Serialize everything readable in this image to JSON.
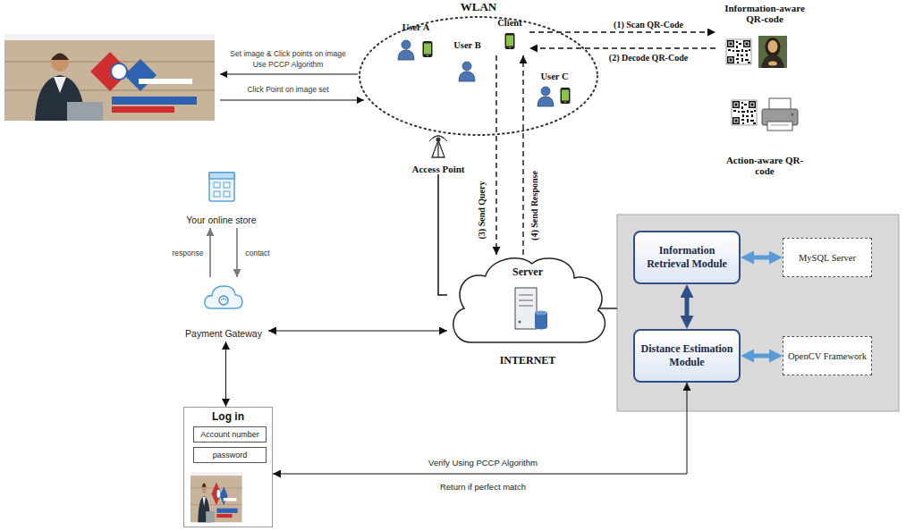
{
  "diagram": {
    "nodes": [
      {
        "text": [
          "WLAN"
        ]
      },
      {
        "text": [
          "User A"
        ],
        "in": 0
      },
      {
        "text": [
          "User B"
        ],
        "in": 0
      },
      {
        "text": [
          "Client"
        ],
        "in": 0
      },
      {
        "text": [
          "User C"
        ],
        "in": 0
      },
      {
        "text": [
          "Information-aware QR-code"
        ]
      },
      {
        "text": [
          "Action-aware QR-code"
        ]
      },
      {
        "text": [
          "Access Point"
        ]
      },
      {
        "text": [
          "Your online store"
        ]
      },
      {
        "text": [
          "Payment Gateway"
        ]
      },
      {
        "text": [
          "Server",
          "INTERNET"
        ]
      },
      {
        "text": [
          "Information Retrieval Module"
        ]
      },
      {
        "text": [
          "MySQL Server"
        ]
      },
      {
        "text": [
          "Distance Estimation Module"
        ]
      },
      {
        "text": [
          "OpenCV Framework"
        ]
      },
      {
        "text": [
          "Log in"
        ]
      },
      {
        "text": [
          "Account number"
        ],
        "in": 15
      },
      {
        "text": [
          "password"
        ],
        "in": 15
      }
    ],
    "edges": [
      {
        "from": 3,
        "to": 5,
        "arrow": "to",
        "label": "(1) Scan QR-Code"
      },
      {
        "from": 5,
        "to": 3,
        "arrow": "to",
        "label": "(2) Decode QR-Code"
      },
      {
        "from": 3,
        "to": 10,
        "arrow": "to",
        "label": "(3) Send Query"
      },
      {
        "from": 10,
        "to": 3,
        "arrow": "to",
        "label": "(4) Send Response"
      },
      {
        "from": 7,
        "to": 10,
        "arrow": "none"
      },
      {
        "from": 9,
        "to": 8,
        "arrow": "to",
        "label": "response"
      },
      {
        "from": 8,
        "to": 9,
        "arrow": "to",
        "label": "contact"
      },
      {
        "from": 9,
        "to": 10,
        "arrow": "both"
      },
      {
        "from": 9,
        "to": 15,
        "arrow": "both"
      },
      {
        "from": 11,
        "to": 12,
        "arrow": "both"
      },
      {
        "from": 11,
        "to": 13,
        "arrow": "both"
      },
      {
        "from": 13,
        "to": 14,
        "arrow": "both"
      },
      {
        "from": 15,
        "to": 13,
        "arrow": "both",
        "label": "Verify Using PCCP Algorithm"
      }
    ],
    "labels": [
      "Set image & Click points on image",
      "Use PCCP Algorithm",
      "Click Point on image set",
      "Return if perfect match"
    ]
  }
}
